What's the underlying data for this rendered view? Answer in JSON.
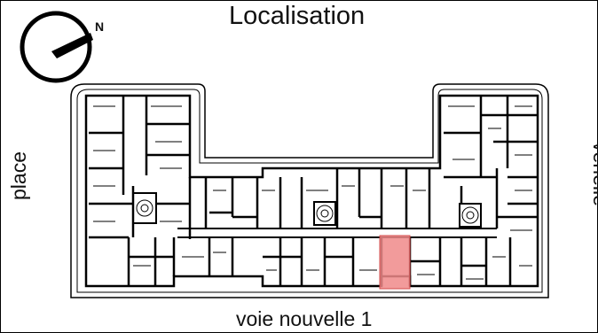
{
  "title": "Localisation",
  "compass": {
    "north_label": "N"
  },
  "streets": {
    "left": "place",
    "right": "venelle",
    "bottom": "voie nouvelle 1"
  },
  "highlight_color": "#f08a8a",
  "icons": [
    "compass-icon",
    "stair-icon"
  ]
}
